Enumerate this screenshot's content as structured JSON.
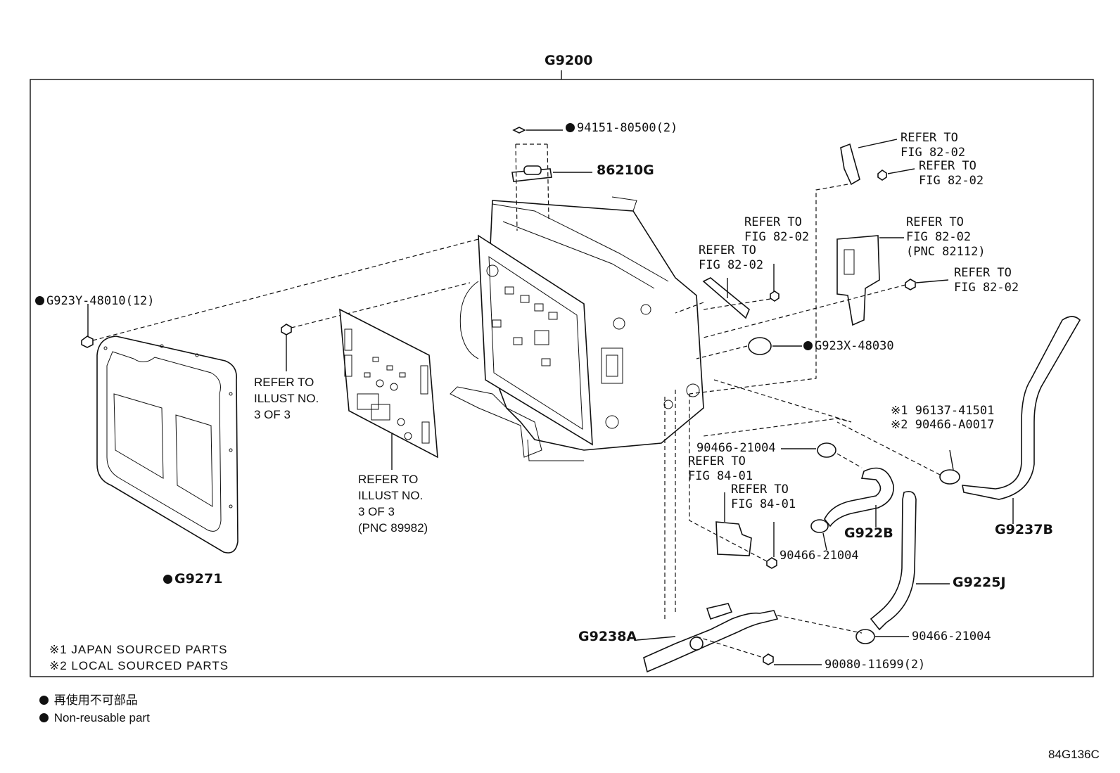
{
  "diagram": {
    "assembly_number": "G9200",
    "figure_code": "84G136C",
    "labels": {
      "bolt_top": "94151-80500(2)",
      "connector_86210g": "86210G",
      "refer_top_right_1": "REFER TO\nFIG 82-02",
      "refer_top_right_2": "REFER TO\nFIG 82-02",
      "refer_mid_1": "REFER TO\nFIG 82-02",
      "refer_mid_2": "REFER TO\nFIG 82-02",
      "refer_pnc_82112": "REFER TO\nFIG 82-02\n(PNC 82112)",
      "refer_right_bolt": "REFER TO\nFIG 82-02",
      "clamp_g923x": "G923X-48030",
      "bolt_g923y": "G923Y-48010(12)",
      "refer_illust_1": "REFER TO\nILLUST NO.\n3 OF 3",
      "refer_illust_2": "REFER TO\nILLUST NO.\n3 OF 3\n(PNC 89982)",
      "cover_g9271": "G9271",
      "clip_96137": "※1 96137-41501",
      "clip_90466_a": "※2 90466-A0017",
      "clip_90466_b": "90466-21004",
      "refer_84_1": "REFER TO\nFIG 84-01",
      "refer_84_2": "REFER TO\nFIG 84-01",
      "clip_90466_c": "90466-21004",
      "hose_g922b": "G922B",
      "hose_g9237b": "G9237B",
      "hose_g9225j": "G9225J",
      "clip_90466_d": "90466-21004",
      "pipe_g9238a": "G9238A",
      "bolt_90080": "90080-11699(2)"
    },
    "notes": {
      "japan": "※1 JAPAN SOURCED PARTS",
      "local": "※2 LOCAL SOURCED PARTS"
    },
    "legend": {
      "jp": "再使用不可部品",
      "en": "Non-reusable part"
    }
  }
}
